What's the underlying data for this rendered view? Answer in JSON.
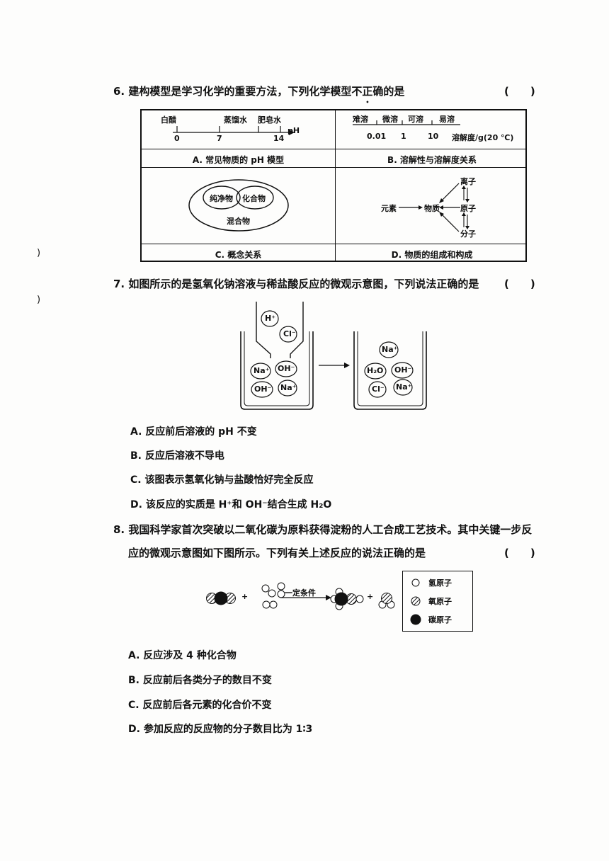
{
  "margin_marks": [
    ")",
    ")"
  ],
  "q6": {
    "number": "6.",
    "stem_pre": "建构模型是学习化学的重要方法，下列化学模型",
    "stem_emph": "不正确",
    "stem_post": "的是",
    "paren": "(　　)",
    "cellA": {
      "labels": [
        "白醋",
        "蒸馏水",
        "肥皂水"
      ],
      "axis": "pH",
      "ticks": [
        "0",
        "7",
        "14"
      ],
      "caption": "A. 常见物质的 pH 模型"
    },
    "cellB": {
      "labels": [
        "难溶",
        "微溶",
        "可溶",
        "易溶"
      ],
      "ticks": [
        "0.01",
        "1",
        "10"
      ],
      "axis": "溶解度/g(20 ℃)",
      "caption": "B. 溶解性与溶解度关系"
    },
    "cellC": {
      "inner": [
        "纯净物",
        "化合物"
      ],
      "outer": "混合物",
      "caption": "C. 概念关系"
    },
    "cellD": {
      "left": "元素",
      "center": "物质",
      "right": [
        "离子",
        "原子",
        "分子"
      ],
      "caption": "D. 物质的组成和构成"
    }
  },
  "q7": {
    "number": "7.",
    "stem": "如图所示的是氢氧化钠溶液与稀盐酸反应的微观示意图，下列说法正确的是",
    "paren": "(　　)",
    "before_top": [
      "H⁺",
      "Cl⁻"
    ],
    "before_beaker": [
      "Na⁺",
      "OH⁻",
      "OH⁻",
      "Na⁺"
    ],
    "after_beaker": [
      "Na⁺",
      "H₂O",
      "OH⁻",
      "Cl⁻",
      "Na⁺"
    ],
    "options": [
      "A.  反应前后溶液的 pH 不变",
      "B.  反应后溶液不导电",
      "C.  该图表示氢氧化钠与盐酸恰好完全反应",
      "D.  该反应的实质是 H⁺和 OH⁻结合生成 H₂O"
    ]
  },
  "q8": {
    "number": "8.",
    "stem_line1": "我国科学家首次突破以二氧化碳为原料获得淀粉的人工合成工艺技术。其中关键一步反",
    "stem_line2": "应的微观示意图如下图所示。下列有关上述反应的说法正确的是",
    "paren": "(　　)",
    "condition": "一定条件",
    "plus": "+",
    "legend": [
      "氢原子",
      "氧原子",
      "碳原子"
    ],
    "options": [
      "A.  反应涉及 4 种化合物",
      "B.  反应前后各类分子的数目不变",
      "C.  反应前后各元素的化合价不变",
      "D.  参加反应的反应物的分子数目比为 1∶3"
    ]
  }
}
